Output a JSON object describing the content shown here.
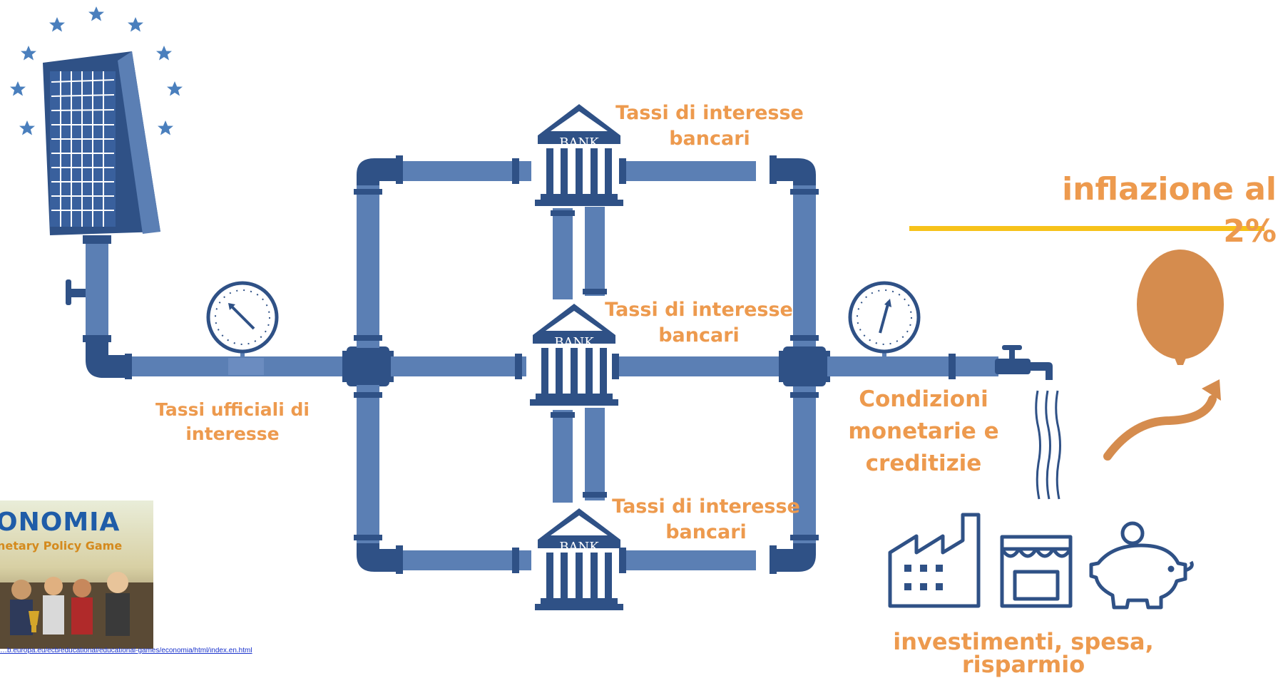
{
  "labels": {
    "official_rates": "Tassi ufficiali di interesse",
    "bank_rates_line1": "Tassi di interesse",
    "bank_rates_line2": "bancari",
    "conditions_line1": "Condizioni",
    "conditions_line2": "monetarie e",
    "conditions_line3": "creditizie",
    "inflation_target": "inflazione al 2%",
    "outcomes": "investimenti, spesa, risparmio"
  },
  "bank_sign": "BANK",
  "game_thumbnail": {
    "title": "ONOMIA",
    "subtitle": "netary Policy Game"
  },
  "source_url": "…b.europa.eu/ecb/educational/educational-games/economia/html/index.en.html",
  "icons": [
    "ecb-tower-icon",
    "eu-stars-icon",
    "valve-icon",
    "pressure-gauge-icon",
    "bank-icon",
    "tap-icon",
    "balloon-icon",
    "factory-icon",
    "shop-icon",
    "piggy-bank-icon"
  ],
  "colors": {
    "pipe": "#5b7fb4",
    "pipe_dark": "#2f5186",
    "label_orange": "#ED9A4E",
    "target_line": "#F7C21A",
    "balloon": "#D58C4E",
    "stars": "#4a7fbd",
    "line_icons": "#2f5186"
  }
}
